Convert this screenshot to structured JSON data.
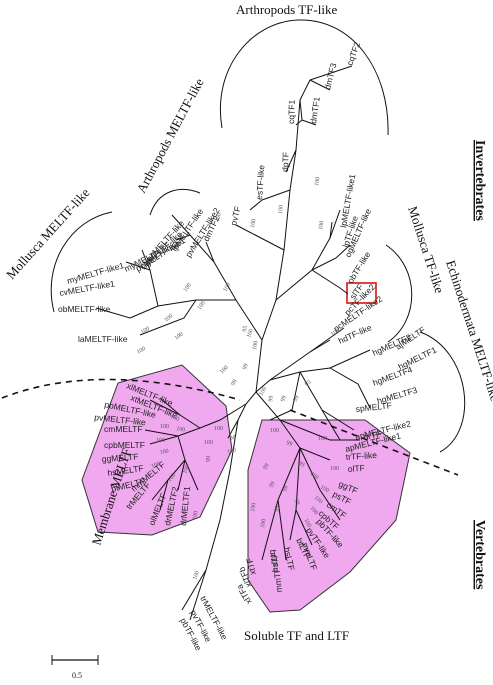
{
  "groups": {
    "arthropods_tf": "Arthropods TF-like",
    "arthropods_meltf": "Arthropods MELTF-like",
    "mollusca_meltf": "Mollusca MELTF-like",
    "mollusca_tf": "Mollusca TF-like",
    "echinodermata": "Echinodermata MELTF-like",
    "membrane": "Membrane MELTF",
    "soluble": "Soluble TF and LTF"
  },
  "sections": {
    "invertebrates": "Invertebrates",
    "vertebrates": "Vertebrates"
  },
  "scale_label": "0.5",
  "leaves": {
    "cqtf2": "cqTF2",
    "dmtf3": "dmTF3",
    "cqtf1": "cqTF1",
    "dmtf1": "dmTF1",
    "dptf": "dpTF",
    "estf_like": "esTF-like",
    "pvtf": "pvTF",
    "dmtf2": "dmTF2",
    "pvmeltf_like2": "pvMELTF-like2",
    "lpmeltf_like": "lpMELTF-like",
    "acmeltf_like": "acMELTF-like",
    "bgmeltf_like": "bgMELTF-like",
    "pcmeltf_like1": "pcMELTF-like1",
    "mymeltf_like2": "myMELTF-like2",
    "mymeltf_like1": "myMELTF-like1",
    "cvmeltf_like1": "cvMELTF-like1",
    "obmeltf_like": "obMELTF-like",
    "lameltf_like": "laMELTF-like",
    "lpmeltf_like1": "lpMELTF-like1",
    "lptf_like": "lpTF-like",
    "ogmeltf_like": "ogMELTF-like",
    "obtf_like": "obTF-like",
    "sltf": "slTF",
    "pctf_like2": "pcTF-like2",
    "pcmeltf_like2": "pcMELTF-like2",
    "hdtf_like": "hdTF-like",
    "hgmeltf2": "hgMELTF2",
    "ajmeltf": "ajMELTF",
    "hgmeltf1": "hgMELTF1",
    "hgmeltf4": "hgMELTF4",
    "hgmeltf3": "hgMELTF3",
    "spmeltf": "spMELTF",
    "apmeltf_like2": "apMELTF-like2",
    "apmeltf_like1": "apMELTF-like1",
    "xlmeltf_like": "xlMELTF-like",
    "xtmeltf_like": "xtMELTF-like",
    "pbmeltf_like": "pbMELTF-like",
    "pvmeltf_like": "pvMELTF-like",
    "cmmeltf": "cmMELTF",
    "cpbmeltf": "cpbMELTF",
    "ggmeltf": "ggMELTF",
    "hsmeltf": "hsMELTF",
    "btmeltf": "btMELTF",
    "mmmeltf": "mmMELTF",
    "trmeltf": "trMELTF",
    "olmeltf": "olMELTF",
    "drmeltf2": "drMELTF2",
    "drmeltf1": "drMELTF1",
    "pbtf_like": "pbTF-like",
    "pvtf_like": "pvTF-like",
    "trmeltf_like": "trMELTF-like",
    "drtf": "drTF",
    "trtf_like": "trTF-like",
    "oltf": "olTF",
    "ggtf": "ggTF",
    "pstf": "psTF",
    "cmtf": "cmTF",
    "cpbtf": "cpbTF",
    "pbtf_like2": "pbTF-like",
    "pvtf_like2": "pvTF-like",
    "btltf": "btLTF",
    "mmltf": "mmLTF",
    "hsltf": "hsLTF",
    "bttf": "btTF",
    "hstf": "hsTF",
    "mmtf": "mmTF",
    "xttf": "xtTF",
    "xltfb": "xlTFb",
    "xltfa": "xlTFa"
  },
  "bootstrap_values": [
    "100",
    "100",
    "100",
    "100",
    "100",
    "100",
    "100",
    "100",
    "100",
    "100",
    "100",
    "100",
    "100",
    "95",
    "100",
    "99",
    "100",
    "99",
    "100",
    "85",
    "99",
    "99",
    "99",
    "100",
    "100",
    "100",
    "100",
    "98",
    "99",
    "100",
    "100",
    "100",
    "100",
    "100",
    "100",
    "100",
    "100",
    "100",
    "100",
    "100",
    "100",
    "100",
    "100",
    "99",
    "99",
    "100",
    "100",
    "100",
    "100",
    "99",
    "99",
    "99",
    "99",
    "99",
    "100",
    "100"
  ],
  "colors": {
    "group_fill": "#f0a8ee",
    "ink": "#111111",
    "highlight": "#e01010"
  }
}
